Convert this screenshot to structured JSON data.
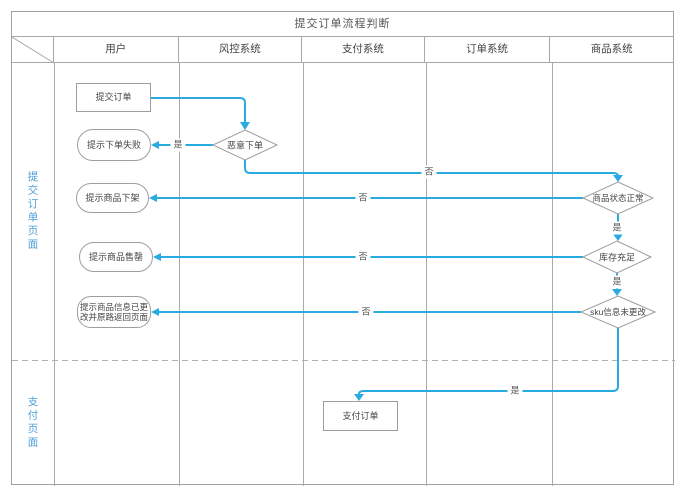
{
  "title": "提交订单流程判断",
  "lanes": [
    {
      "label": "用户"
    },
    {
      "label": "风控系统"
    },
    {
      "label": "支付系统"
    },
    {
      "label": "订单系统"
    },
    {
      "label": "商品系统"
    }
  ],
  "rows": [
    {
      "label": "提交订单页面"
    },
    {
      "label": "支付页面"
    }
  ],
  "nodes": {
    "submit_order": "提交订单",
    "order_fail": "提示下单失败",
    "malicious_order": "恶意下单",
    "product_offline": "提示商品下架",
    "product_status_ok": "商品状态正常",
    "sold_out": "提示商品售罄",
    "stock_ok": "库存充足",
    "info_changed": "提示商品信息已更改并原路返回页面",
    "sku_unchanged": "sku信息未更改",
    "pay_order": "支付订单"
  },
  "edge_labels": {
    "yes": "是",
    "no": "否"
  },
  "colors": {
    "connector": "#29abe2",
    "lane_label_text": "#4a9fd8",
    "grid_line": "#a8a8a8",
    "node_border": "#9e9e9e"
  }
}
